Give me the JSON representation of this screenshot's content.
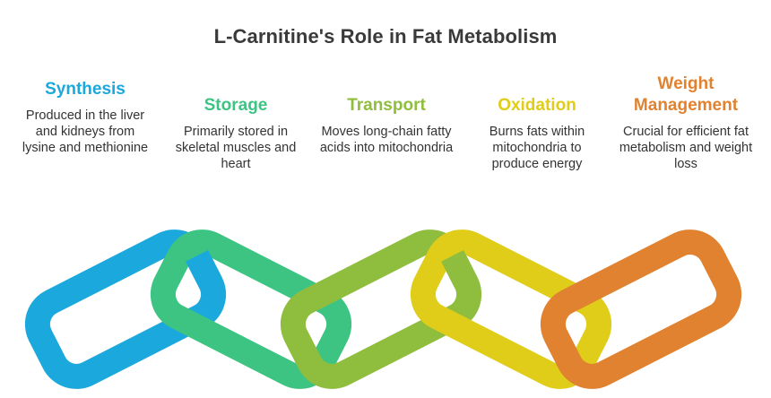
{
  "title": "L-Carnitine's Role in Fat Metabolism",
  "colors": {
    "synthesis": "#1ba8dc",
    "storage": "#3dc483",
    "transport": "#8fbd3d",
    "oxidation": "#e0cd1a",
    "weight_management": "#e08230"
  },
  "stages": [
    {
      "heading": "Synthesis",
      "description": "Produced in the liver and kidneys from lysine and methionine"
    },
    {
      "heading": "Storage",
      "description": "Primarily stored in skeletal muscles and heart"
    },
    {
      "heading": "Transport",
      "description": "Moves long-chain fatty acids into mitochondria"
    },
    {
      "heading": "Oxidation",
      "description": "Burns fats within mitochondria to produce energy"
    },
    {
      "heading_line1": "Weight",
      "heading_line2": "Management",
      "description": "Crucial for efficient fat metabolism and weight loss"
    }
  ]
}
